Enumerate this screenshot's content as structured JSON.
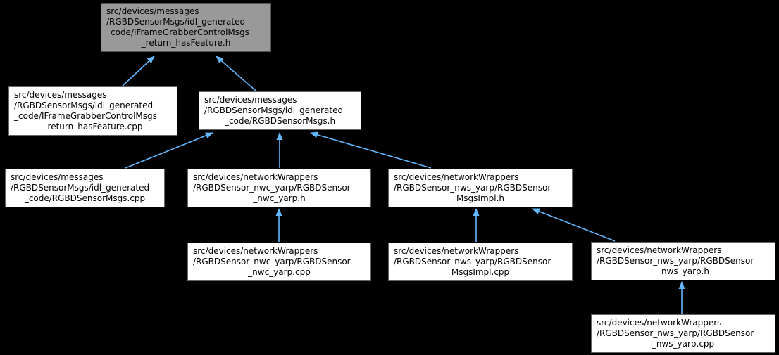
{
  "diagram": {
    "kind": "include-dependency-graph",
    "colors": {
      "edge_color": "#63b8ff",
      "node_fill": "#ffffff",
      "node_border": "#666666",
      "highlight_fill": "#999999",
      "highlight_border": "#555555",
      "text_color": "#000000",
      "bg_color": "#000000"
    }
  },
  "nodes": [
    {
      "id": "IFrameGrabberControlMsgs_return_hasFeature.h",
      "highlighted": true,
      "lines": [
        "src/devices/messages",
        "/RGBDSensorMsgs/idl_generated",
        "_code/IFrameGrabberControlMsgs",
        "_return_hasFeature.h"
      ]
    },
    {
      "id": "IFrameGrabberControlMsgs_return_hasFeature.cpp",
      "highlighted": false,
      "lines": [
        "src/devices/messages",
        "/RGBDSensorMsgs/idl_generated",
        "_code/IFrameGrabberControlMsgs",
        "_return_hasFeature.cpp"
      ]
    },
    {
      "id": "RGBDSensorMsgs.h",
      "highlighted": false,
      "lines": [
        "src/devices/messages",
        "/RGBDSensorMsgs/idl_generated",
        "_code/RGBDSensorMsgs.h"
      ]
    },
    {
      "id": "RGBDSensorMsgs.cpp",
      "highlighted": false,
      "lines": [
        "src/devices/messages",
        "/RGBDSensorMsgs/idl_generated",
        "_code/RGBDSensorMsgs.cpp"
      ]
    },
    {
      "id": "RGBDSensor_nwc_yarp.h",
      "highlighted": false,
      "lines": [
        "src/devices/networkWrappers",
        "/RGBDSensor_nwc_yarp/RGBDSensor",
        "_nwc_yarp.h"
      ]
    },
    {
      "id": "RGBDSensorMsgsImpl.h",
      "highlighted": false,
      "lines": [
        "src/devices/networkWrappers",
        "/RGBDSensor_nws_yarp/RGBDSensor",
        "MsgsImpl.h"
      ]
    },
    {
      "id": "RGBDSensor_nwc_yarp.cpp",
      "highlighted": false,
      "lines": [
        "src/devices/networkWrappers",
        "/RGBDSensor_nwc_yarp/RGBDSensor",
        "_nwc_yarp.cpp"
      ]
    },
    {
      "id": "RGBDSensorMsgsImpl.cpp",
      "highlighted": false,
      "lines": [
        "src/devices/networkWrappers",
        "/RGBDSensor_nws_yarp/RGBDSensor",
        "MsgsImpl.cpp"
      ]
    },
    {
      "id": "RGBDSensor_nws_yarp.h",
      "highlighted": false,
      "lines": [
        "src/devices/networkWrappers",
        "/RGBDSensor_nws_yarp/RGBDSensor",
        "_nws_yarp.h"
      ]
    },
    {
      "id": "RGBDSensor_nws_yarp.cpp",
      "highlighted": false,
      "lines": [
        "src/devices/networkWrappers",
        "/RGBDSensor_nws_yarp/RGBDSensor",
        "_nws_yarp.cpp"
      ]
    }
  ],
  "edges": [
    {
      "from": "IFrameGrabberControlMsgs_return_hasFeature.cpp",
      "to": "IFrameGrabberControlMsgs_return_hasFeature.h"
    },
    {
      "from": "RGBDSensorMsgs.h",
      "to": "IFrameGrabberControlMsgs_return_hasFeature.h"
    },
    {
      "from": "RGBDSensorMsgs.cpp",
      "to": "RGBDSensorMsgs.h"
    },
    {
      "from": "RGBDSensor_nwc_yarp.h",
      "to": "RGBDSensorMsgs.h"
    },
    {
      "from": "RGBDSensorMsgsImpl.h",
      "to": "RGBDSensorMsgs.h"
    },
    {
      "from": "RGBDSensor_nwc_yarp.cpp",
      "to": "RGBDSensor_nwc_yarp.h"
    },
    {
      "from": "RGBDSensorMsgsImpl.cpp",
      "to": "RGBDSensorMsgsImpl.h"
    },
    {
      "from": "RGBDSensor_nws_yarp.h",
      "to": "RGBDSensorMsgsImpl.h"
    },
    {
      "from": "RGBDSensor_nws_yarp.cpp",
      "to": "RGBDSensor_nws_yarp.h"
    }
  ]
}
